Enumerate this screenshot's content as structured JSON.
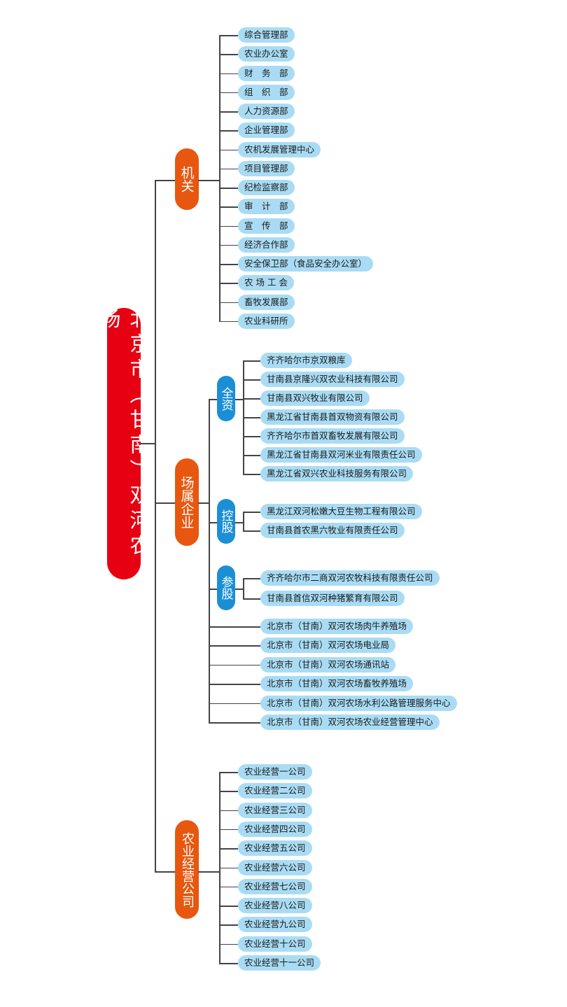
{
  "root": {
    "label": "北京市（甘南）双河农场"
  },
  "colors": {
    "root": "#e60012",
    "level1": "#e8570f",
    "level2": "#1b8fd6",
    "leaf": "#a9dcf4"
  },
  "jiguan": {
    "label": "机关",
    "items": [
      "综合管理部",
      "农业办公室",
      "财　务　部",
      "组　织　部",
      "人力资源部",
      "企业管理部",
      "农机发展管理中心",
      "项目管理部",
      "纪检监察部",
      "审　计　部",
      "宣　传　部",
      "经济合作部",
      "安全保卫部（食品安全办公室）",
      "农 场 工 会",
      "畜牧发展部",
      "农业科研所"
    ]
  },
  "enterprises": {
    "label": "场属企业",
    "wholly_owned": {
      "label": "全资",
      "items": [
        "齐齐哈尔市京双粮库",
        "甘南县京隆兴双农业科技有限公司",
        "甘南县双兴牧业有限公司",
        "黑龙江省甘南县首双物资有限公司",
        "齐齐哈尔市首双畜牧发展有限公司",
        "黑龙江省甘南县双河米业有限责任公司",
        "黑龙江省双兴农业科技服务有限公司"
      ]
    },
    "holding": {
      "label": "控股",
      "items": [
        "黑龙江双河松嫩大豆生物工程有限公司",
        "甘南县首农黑六牧业有限责任公司"
      ]
    },
    "shareholding": {
      "label": "参股",
      "items": [
        "齐齐哈尔市二商双河农牧科技有限责任公司",
        "甘南县首信双河种猪繁育有限公司"
      ]
    },
    "direct": [
      "北京市（甘南）双河农场肉牛养殖场",
      "北京市（甘南）双河农场电业局",
      "北京市（甘南）双河农场通讯站",
      "北京市（甘南）双河农场畜牧养殖场",
      "北京市（甘南）双河农场水利公路管理服务中心",
      "北京市（甘南）双河农场农业经营管理中心"
    ]
  },
  "agri": {
    "label": "农业经营公司",
    "items": [
      "农业经营一公司",
      "农业经营二公司",
      "农业经营三公司",
      "农业经营四公司",
      "农业经营五公司",
      "农业经营六公司",
      "农业经营七公司",
      "农业经营八公司",
      "农业经营九公司",
      "农业经营十公司",
      "农业经营十一公司"
    ]
  }
}
